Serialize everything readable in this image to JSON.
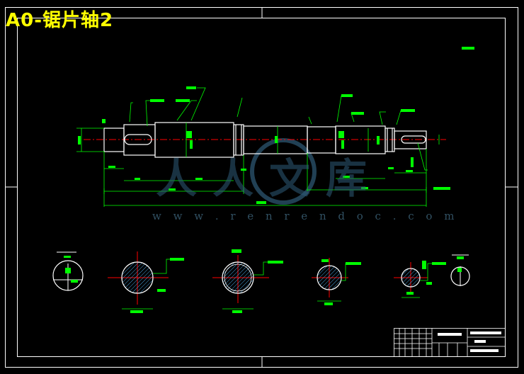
{
  "title": "A0-锯片轴2",
  "watermark": {
    "url_text": "w w w . r e n r e n d o c . c o m",
    "brand_text": "人人文库"
  },
  "colors": {
    "background": "#000000",
    "title": "#ffff00",
    "dimension": "#00ff00",
    "outline": "#ffffff",
    "centerline": "#ff0000",
    "hatch": "#4aa3df",
    "watermark": "#2f5b78"
  }
}
